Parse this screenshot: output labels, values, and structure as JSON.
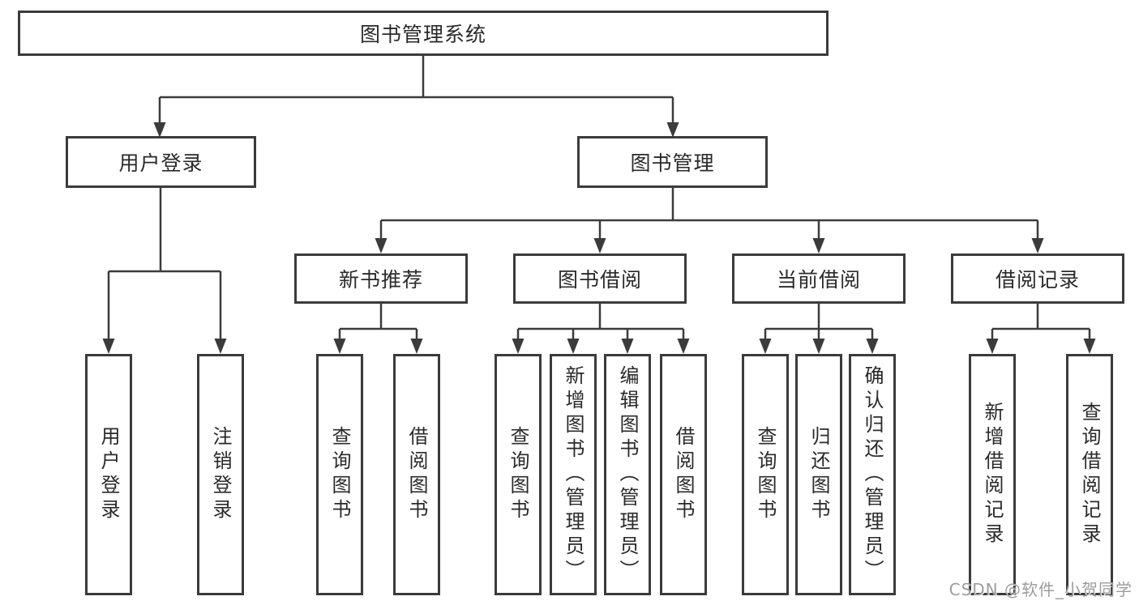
{
  "colors": {
    "line": "#3b3b3b",
    "text": "#2a2a2a",
    "background": "#ffffff",
    "watermark_text": "#9c9c9c"
  },
  "watermark": "CSDN @软件_小贺同学",
  "tree": {
    "root": "图书管理系统",
    "children": [
      {
        "label": "用户登录",
        "children": [
          "用户登录",
          "注销登录"
        ]
      },
      {
        "label": "图书管理",
        "children": [
          {
            "label": "新书推荐",
            "children": [
              "查询图书",
              "借阅图书"
            ]
          },
          {
            "label": "图书借阅",
            "children": [
              "查询图书",
              "新增图书（管理员）",
              "编辑图书（管理员）",
              "借阅图书"
            ]
          },
          {
            "label": "当前借阅",
            "children": [
              "查询图书",
              "归还图书",
              "确认归还（管理员）"
            ]
          },
          {
            "label": "借阅记录",
            "children": [
              "新增借阅记录",
              "查询借阅记录"
            ]
          }
        ]
      }
    ]
  }
}
